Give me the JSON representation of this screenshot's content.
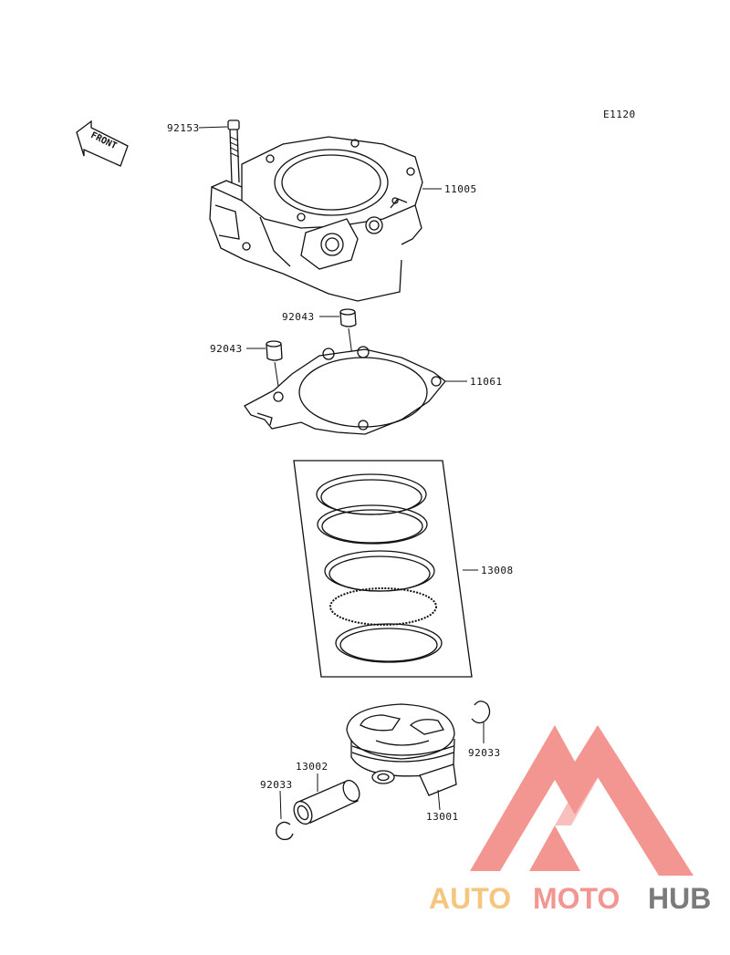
{
  "diagram": {
    "code": "E1120",
    "front_arrow": "FRONT",
    "parts": [
      {
        "id": "bolt",
        "number": "92153"
      },
      {
        "id": "cylinder",
        "number": "11005"
      },
      {
        "id": "dowel-right",
        "number": "92043"
      },
      {
        "id": "dowel-left",
        "number": "92043"
      },
      {
        "id": "gasket",
        "number": "11061"
      },
      {
        "id": "piston-ring-set",
        "number": "13008"
      },
      {
        "id": "circlip-right",
        "number": "92033"
      },
      {
        "id": "piston-pin",
        "number": "13002"
      },
      {
        "id": "circlip-left",
        "number": "92033"
      },
      {
        "id": "piston",
        "number": "13001"
      }
    ]
  },
  "watermark": {
    "part1": "AUTO",
    "part2": "MOTO",
    "part3": "HUB",
    "colors": {
      "red": "#f28b86",
      "orange": "#f6bf72",
      "grey": "#6d6d6d"
    }
  }
}
